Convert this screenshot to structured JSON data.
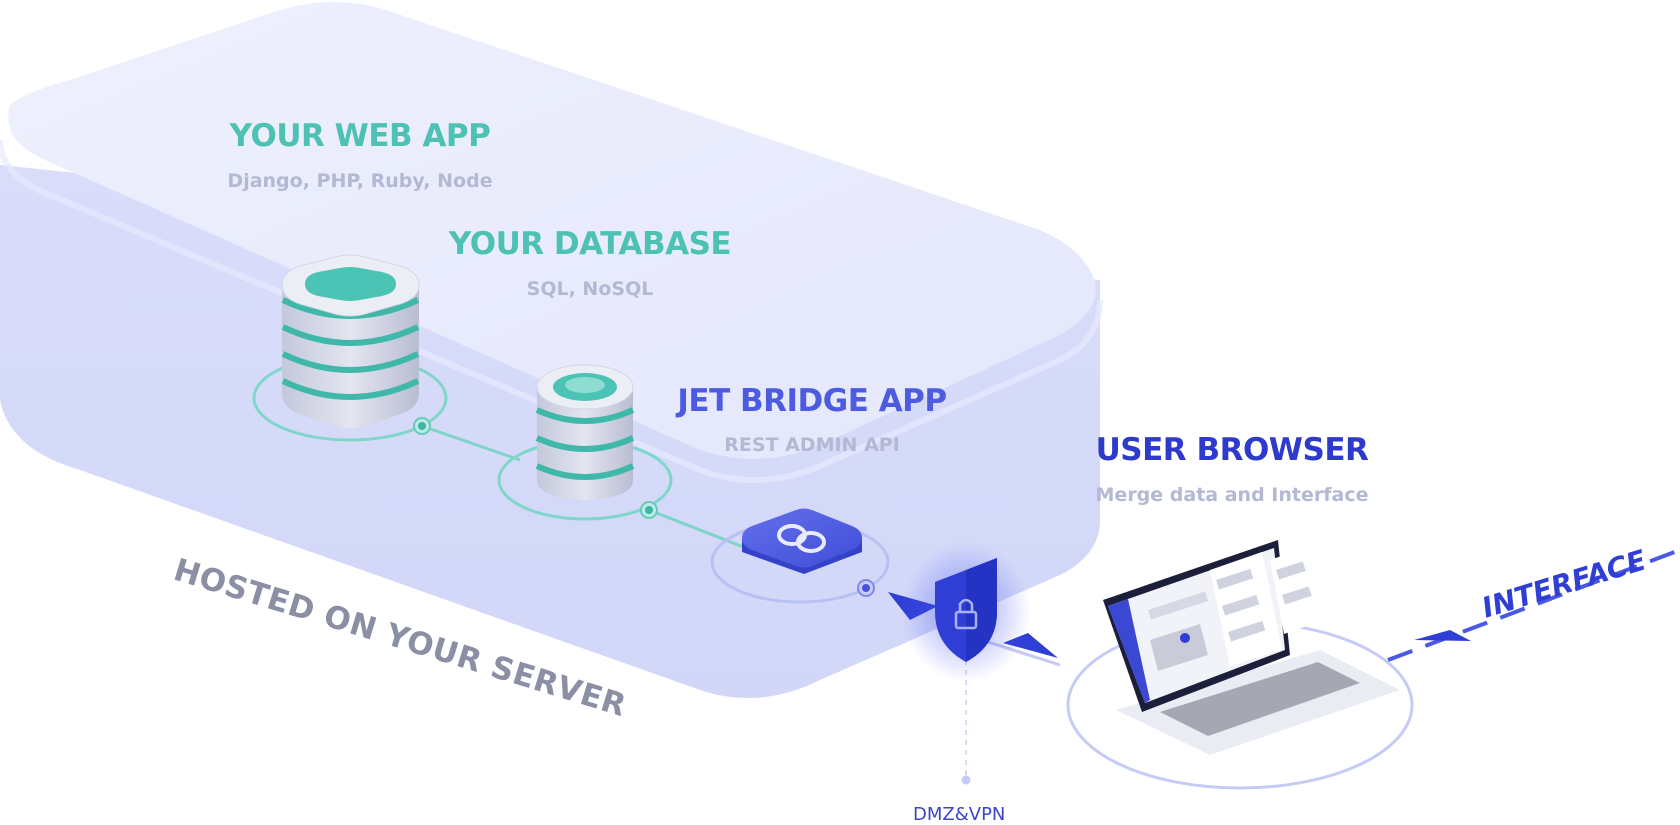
{
  "web_app": {
    "title": "YOUR WEB APP",
    "subtitle": "Django, PHP, Ruby, Node"
  },
  "database": {
    "title": "YOUR DATABASE",
    "subtitle": "SQL, NoSQL"
  },
  "jet_bridge": {
    "title": "JET BRIDGE APP",
    "subtitle": "REST ADMIN API"
  },
  "user_browser": {
    "title": "USER BROWSER",
    "subtitle": "Merge data and Interface"
  },
  "server_label": "HOSTED ON YOUR SERVER",
  "interface_label": "INTERFACE",
  "dmz_label": "DMZ&VPN",
  "colors": {
    "teal": "#4cc1b4",
    "blue": "#4d5be0",
    "navy": "#2d3acb",
    "platform": "#dfe2fb",
    "muted": "#b3b8d3"
  },
  "icons": [
    "server-stack-icon",
    "database-cylinder-icon",
    "link-chain-icon",
    "shield-lock-icon",
    "laptop-icon"
  ]
}
